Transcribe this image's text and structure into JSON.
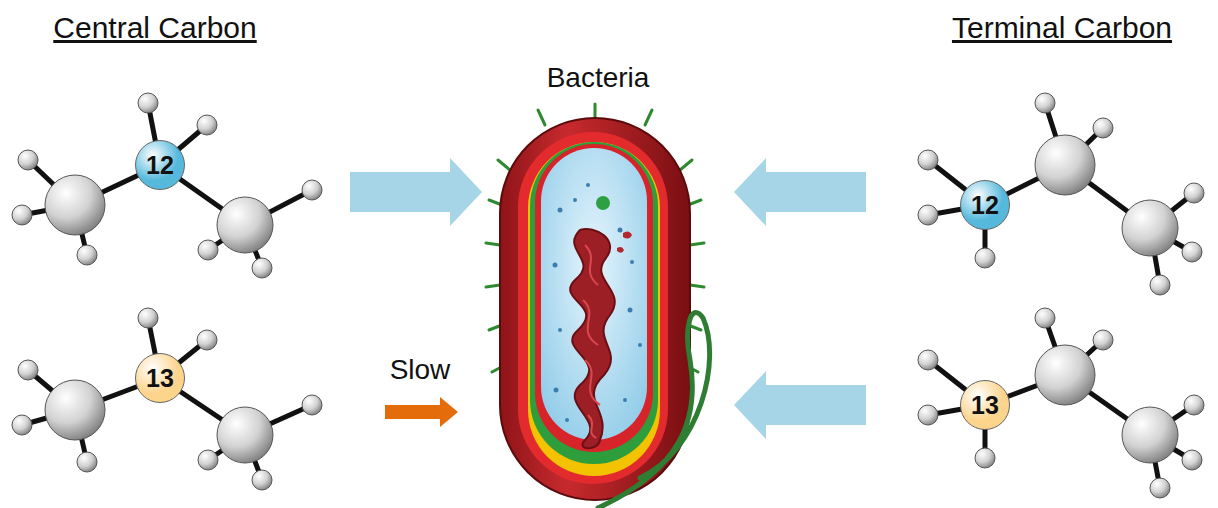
{
  "diagram": {
    "nodes": [
      {
        "text": [
          "12"
        ]
      },
      {
        "text": [
          "Bacteria"
        ]
      },
      {
        "text": [
          "12"
        ]
      },
      {
        "text": [
          "13"
        ]
      },
      {
        "text": [
          "13"
        ]
      }
    ],
    "labels": [
      "Central Carbon",
      "Terminal Carbon",
      "Slow"
    ]
  }
}
